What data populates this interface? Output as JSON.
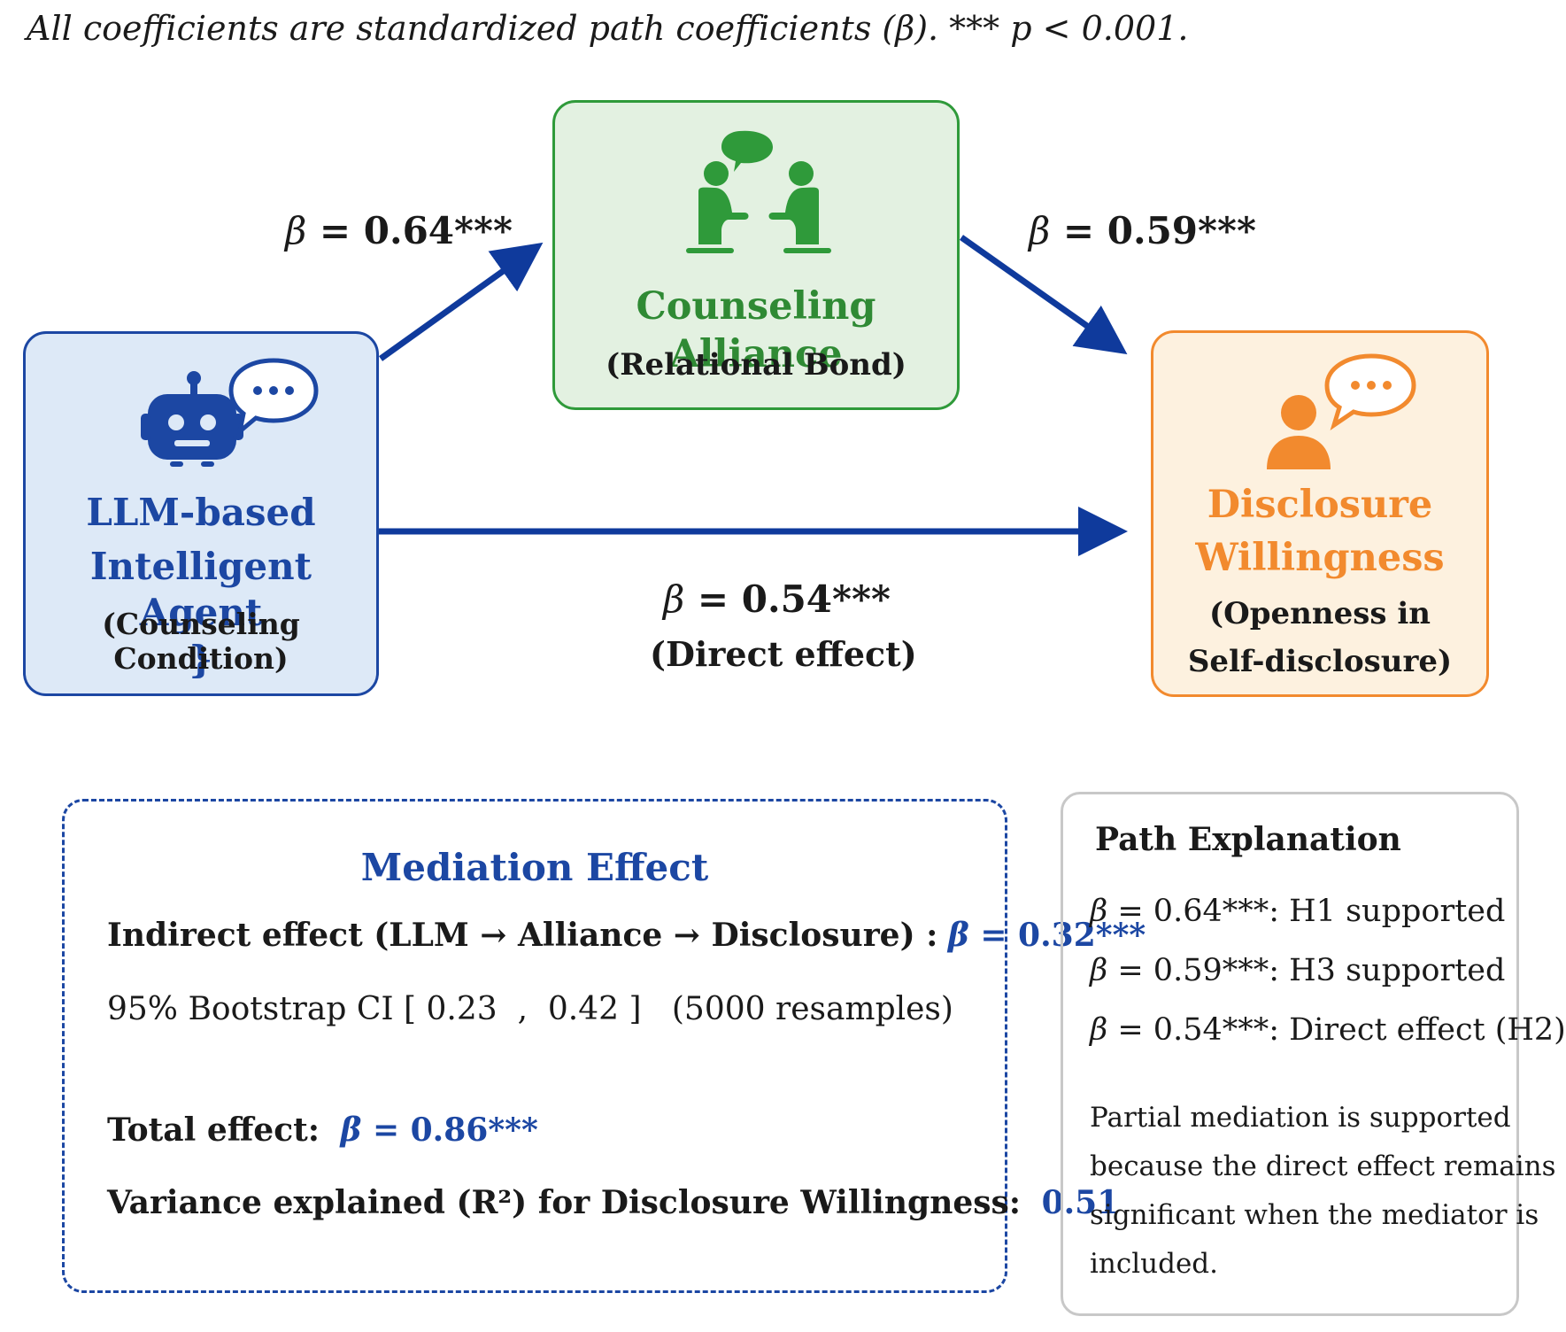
{
  "note": "All coefficients are standardized path coefficients (β). *** p < 0.001.",
  "icons": [
    "robot-icon",
    "speech-bubble-icon",
    "counseling-people-icon",
    "person-icon"
  ],
  "colors": {
    "blue": "#1c47a3",
    "green": "#2f9a3a",
    "orange": "#f28a2e"
  },
  "nodes": {
    "llm": {
      "title_line1": "LLM-based",
      "title_line2": "Intelligent Agent",
      "subtitle": "(Counseling Condition)"
    },
    "alliance": {
      "title": "Counseling Alliance",
      "subtitle": "(Relational Bond)"
    },
    "disclosure": {
      "title_line1": "Disclosure",
      "title_line2": "Willingness",
      "subtitle_line1": "(Openness in",
      "subtitle_line2": "Self-disclosure)"
    }
  },
  "paths": {
    "a": {
      "symbol": "β",
      "value": "= 0.64***"
    },
    "b": {
      "symbol": "β",
      "value": "= 0.59***"
    },
    "c": {
      "symbol": "β",
      "value": "= 0.54***",
      "label": "(Direct effect)"
    }
  },
  "mediation": {
    "title": "Mediation Effect",
    "indirect_label": "Indirect effect (LLM → Alliance → Disclosure) :",
    "indirect_symbol": "β",
    "indirect_value": "= 0.32***",
    "ci": "95% Bootstrap CI [ 0.23  ,  0.42 ]   (5000 resamples)",
    "total_label": "Total effect:",
    "total_symbol": "β",
    "total_value": "= 0.86***",
    "variance_label": "Variance explained (R²) for Disclosure Willingness:",
    "variance_value": "0.51"
  },
  "path_explanation": {
    "title": "Path Explanation",
    "items": [
      {
        "symbol": "β",
        "text": " = 0.64***: H1 supported"
      },
      {
        "symbol": "β",
        "text": " = 0.59***: H3 supported"
      },
      {
        "symbol": "β",
        "text": " = 0.54***: Direct effect (H2)"
      }
    ],
    "paragraph_lines": [
      "Partial mediation is supported",
      "because the direct effect remains",
      "significant when the mediator is",
      "included."
    ]
  }
}
